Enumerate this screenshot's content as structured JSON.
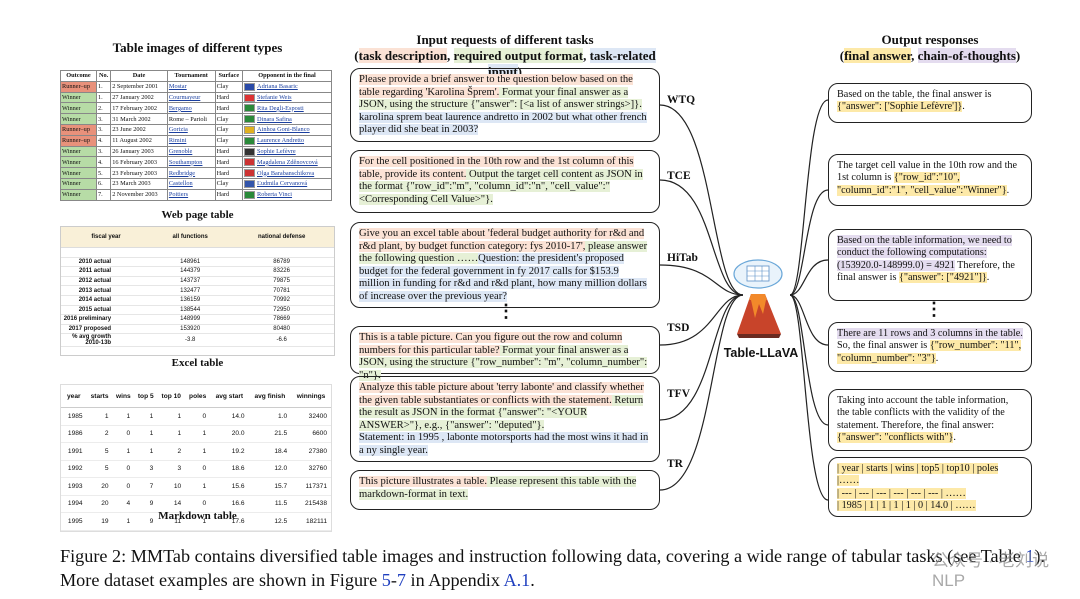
{
  "left_column": {
    "heading": "Table images of different types",
    "web_caption": "Web page table",
    "excel_caption": "Excel table",
    "markdown_caption": "Markdown table"
  },
  "web_table": {
    "headers": [
      "Outcome",
      "No.",
      "Date",
      "Tournament",
      "Surface",
      "Opponent in the final"
    ],
    "rows": [
      {
        "outcome": "Runner–up",
        "no": "1.",
        "date": "2 September 2001",
        "tournament": "Mostar",
        "tournament_link": true,
        "surface": "Clay",
        "flag": "#2a4aa8",
        "opponent": "Adriana Basaric"
      },
      {
        "outcome": "Winner",
        "no": "1.",
        "date": "27 January 2002",
        "tournament": "Courmayeur",
        "tournament_link": true,
        "surface": "Hard",
        "flag": "#d33",
        "opponent": "Stefanie Weis"
      },
      {
        "outcome": "Winner",
        "no": "2.",
        "date": "17 February 2002",
        "tournament": "Bergamo",
        "tournament_link": true,
        "surface": "Hard",
        "flag": "#2a8a3a",
        "opponent": "Rita Degli-Esposti"
      },
      {
        "outcome": "Winner",
        "no": "3.",
        "date": "31 March 2002",
        "tournament": "Rome – Parioli",
        "tournament_link": false,
        "surface": "Clay",
        "flag": "#2a8a3a",
        "opponent": "Dinara Safina"
      },
      {
        "outcome": "Runner–up",
        "no": "3.",
        "date": "23 June 2002",
        "tournament": "Gorizia",
        "tournament_link": true,
        "surface": "Clay",
        "flag": "#e0b020",
        "opponent": "Ainhoa Goni-Blanco"
      },
      {
        "outcome": "Runner–up",
        "no": "4.",
        "date": "11 August 2002",
        "tournament": "Rimini",
        "tournament_link": true,
        "surface": "Clay",
        "flag": "#2a8a3a",
        "opponent": "Laurence Andretto"
      },
      {
        "outcome": "Winner",
        "no": "3.",
        "date": "26 January 2003",
        "tournament": "Grenoble",
        "tournament_link": true,
        "surface": "Hard",
        "flag": "#333",
        "opponent": "Sophie Lefèvre"
      },
      {
        "outcome": "Winner",
        "no": "4.",
        "date": "16 February 2003",
        "tournament": "Southampton",
        "tournament_link": true,
        "surface": "Hard",
        "flag": "#c33",
        "opponent": "Magdalena Zděnovcová"
      },
      {
        "outcome": "Winner",
        "no": "5.",
        "date": "23 February 2003",
        "tournament": "Redbridge",
        "tournament_link": true,
        "surface": "Hard",
        "flag": "#c33",
        "opponent": "Olga Barabanschikova"
      },
      {
        "outcome": "Winner",
        "no": "6.",
        "date": "23 March 2003",
        "tournament": "Castellon",
        "tournament_link": true,
        "surface": "Clay",
        "flag": "#3355aa",
        "opponent": "Ľudmila Cervanová"
      },
      {
        "outcome": "Winner",
        "no": "7.",
        "date": "2 November 2003",
        "tournament": "Poitiers",
        "tournament_link": true,
        "surface": "Hard",
        "flag": "#2a8a3a",
        "opponent": "Roberta Vinci"
      }
    ]
  },
  "excel_table": {
    "headers": [
      "fiscal year",
      "all functions",
      "national defense"
    ],
    "rows": [
      [
        "2010 actual",
        "148961",
        "86789"
      ],
      [
        "2011 actual",
        "144379",
        "83226"
      ],
      [
        "2012 actual",
        "143737",
        "79875"
      ],
      [
        "2013 actual",
        "132477",
        "70781"
      ],
      [
        "2014 actual",
        "136159",
        "70992"
      ],
      [
        "2015 actual",
        "138544",
        "72950"
      ],
      [
        "2016 preliminary",
        "148999",
        "78669"
      ],
      [
        "2017 proposed",
        "153920",
        "80480"
      ],
      [
        "% avg growth 2010-13b",
        "-3.8",
        "-6.6"
      ]
    ]
  },
  "markdown_table": {
    "headers": [
      "year",
      "starts",
      "wins",
      "top 5",
      "top 10",
      "poles",
      "avg start",
      "avg finish",
      "winnings"
    ],
    "rows": [
      [
        "1985",
        "1",
        "1",
        "1",
        "1",
        "0",
        "14.0",
        "1.0",
        "32400"
      ],
      [
        "1986",
        "2",
        "0",
        "1",
        "1",
        "1",
        "20.0",
        "21.5",
        "6600"
      ],
      [
        "1991",
        "5",
        "1",
        "1",
        "2",
        "1",
        "19.2",
        "18.4",
        "27380"
      ],
      [
        "1992",
        "5",
        "0",
        "3",
        "3",
        "0",
        "18.6",
        "12.0",
        "32760"
      ],
      [
        "1993",
        "20",
        "0",
        "7",
        "10",
        "1",
        "15.6",
        "15.7",
        "117371"
      ],
      [
        "1994",
        "20",
        "4",
        "9",
        "14",
        "0",
        "16.6",
        "11.5",
        "215438"
      ],
      [
        "1995",
        "19",
        "1",
        "9",
        "11",
        "1",
        "17.6",
        "12.5",
        "182111"
      ]
    ]
  },
  "middle_column": {
    "heading_line1": "Input requests of different tasks",
    "heading_open": "(",
    "heading_desc": "task description",
    "heading_sep1": ", ",
    "heading_fmt": "required output format",
    "heading_sep2": ", ",
    "heading_input": "task-related input",
    "heading_close": ")",
    "requests": {
      "wtq": {
        "tag": "WTQ",
        "desc": "Please provide a brief answer to the question below based on the table regarding 'Karolina Šprem'.",
        "fmt": " Format your final answer as a JSON, using the structure {\"answer\": [<a list of answer strings>]}.",
        "input": " karolina sprem beat laurence andretto in 2002 but what other french player did she beat in 2003?"
      },
      "tce": {
        "tag": "TCE",
        "desc": "For the cell positioned in the 10th row and the 1st column of this table, provide its content.",
        "fmt": " Output the target cell content as JSON in the format {\"row_id\":\"m\", \"column_id\":\"n\", \"cell_value\":\"<Corresponding Cell Value>\"}.",
        "input": ""
      },
      "hitab": {
        "tag": "HiTab",
        "desc": "Give you an excel table about 'federal budget authority for r&d and r&d plant, by budget function category: fys 2010-17',",
        "fmt": " please answer the following question ……",
        "input": "Question: the president's proposed budget for the federal government in fy 2017 calls for $153.9 million in funding for r&d and r&d plant, how many million dollars of increase over the previous year?"
      },
      "tsd": {
        "tag": "TSD",
        "desc": "This is a table picture. Can you figure out the row and column numbers for this particular table?",
        "fmt": " Format your final answer as a JSON, using the structure {\"row_number\": \"m\", \"column_number\": \"n\"}.",
        "input": ""
      },
      "tfv": {
        "tag": "TFV",
        "desc": "Analyze this table picture about 'terry labonte' and classify whether the given table substantiates or conflicts with the statement.",
        "fmt": " Return the result as JSON in the format {\"answer\": \"<YOUR ANSWER>\"}, e.g., {\"answer\": \"deputed\"}.",
        "input": "Statement: in 1995 , labonte motorsports had the most wins it had in a ny single year."
      },
      "tr": {
        "tag": "TR",
        "desc": "This picture illustrates a table.",
        "fmt": " Please represent this table with the markdown-format in text.",
        "input": ""
      }
    }
  },
  "center": {
    "model_name": "Table-LLaVA",
    "ellipsis": "⋮"
  },
  "right_column": {
    "heading_line1": "Output responses",
    "heading_open": "(",
    "heading_answer": "final answer",
    "heading_sep": ", ",
    "heading_cot": "chain-of-thoughts",
    "heading_close": ")",
    "responses": {
      "wtq": {
        "plain": "Based on the table, the final answer is ",
        "answer": "{\"answer\": ['Sophie Lefèvre']}",
        "tail": "."
      },
      "tce": {
        "plain": "The target cell value in the 10th row and the 1st column is ",
        "answer": "{\"row_id\":\"10\", \"column_id\":\"1\", \"cell_value\":\"Winner\"}",
        "tail": "."
      },
      "hitab": {
        "cot": "Based on the table information, we need to conduct the following computations: (153920.0-148999.0) = 4921",
        "plain": " Therefore, the final answer is ",
        "answer": "{\"answer\": [\"4921\"]}",
        "tail": "."
      },
      "tsd": {
        "cot": "There are 11 rows and 3 columns in the table.",
        "plain": " So, the final answer is ",
        "answer": "{\"row_number\": \"11\", \"column_number\": \"3\"}",
        "tail": "."
      },
      "tfv": {
        "plain": "Taking into account the table information, the table conflicts with the validity of the statement. Therefore, the final answer: ",
        "answer": "{\"answer\": \"conflicts with\"}",
        "tail": "."
      },
      "tr": {
        "line1": "| year | starts | wins | top5 | top10 | poles |……",
        "line2": "| --- | --- | --- | --- | --- | --- | ……",
        "line3": "| 1985 | 1 | 1 | 1 | 1 | 0 | 14.0 | ……"
      }
    }
  },
  "caption": {
    "prefix": "Figure 2: MMTab contains diversified table images and instruction following data, covering a wide range of tabular tasks (see Table ",
    "ref1": "1",
    "mid": "). More dataset examples are shown in Figure ",
    "ref2": "5",
    "dash": "-",
    "ref3": "7",
    "mid2": " in Appendix ",
    "ref4": "A.1",
    "end": "."
  },
  "watermark": "公众号 · 老刘说NLP",
  "colors": {
    "desc": "#fbe2d5",
    "format": "#e6f0d6",
    "input": "#dde7f5",
    "answer": "#fde9a8",
    "cot": "#e4dcef",
    "runner_up": "#e8917b",
    "winner": "#b7dca6",
    "volcano": "#c8442a",
    "link": "#1f3fbf"
  }
}
